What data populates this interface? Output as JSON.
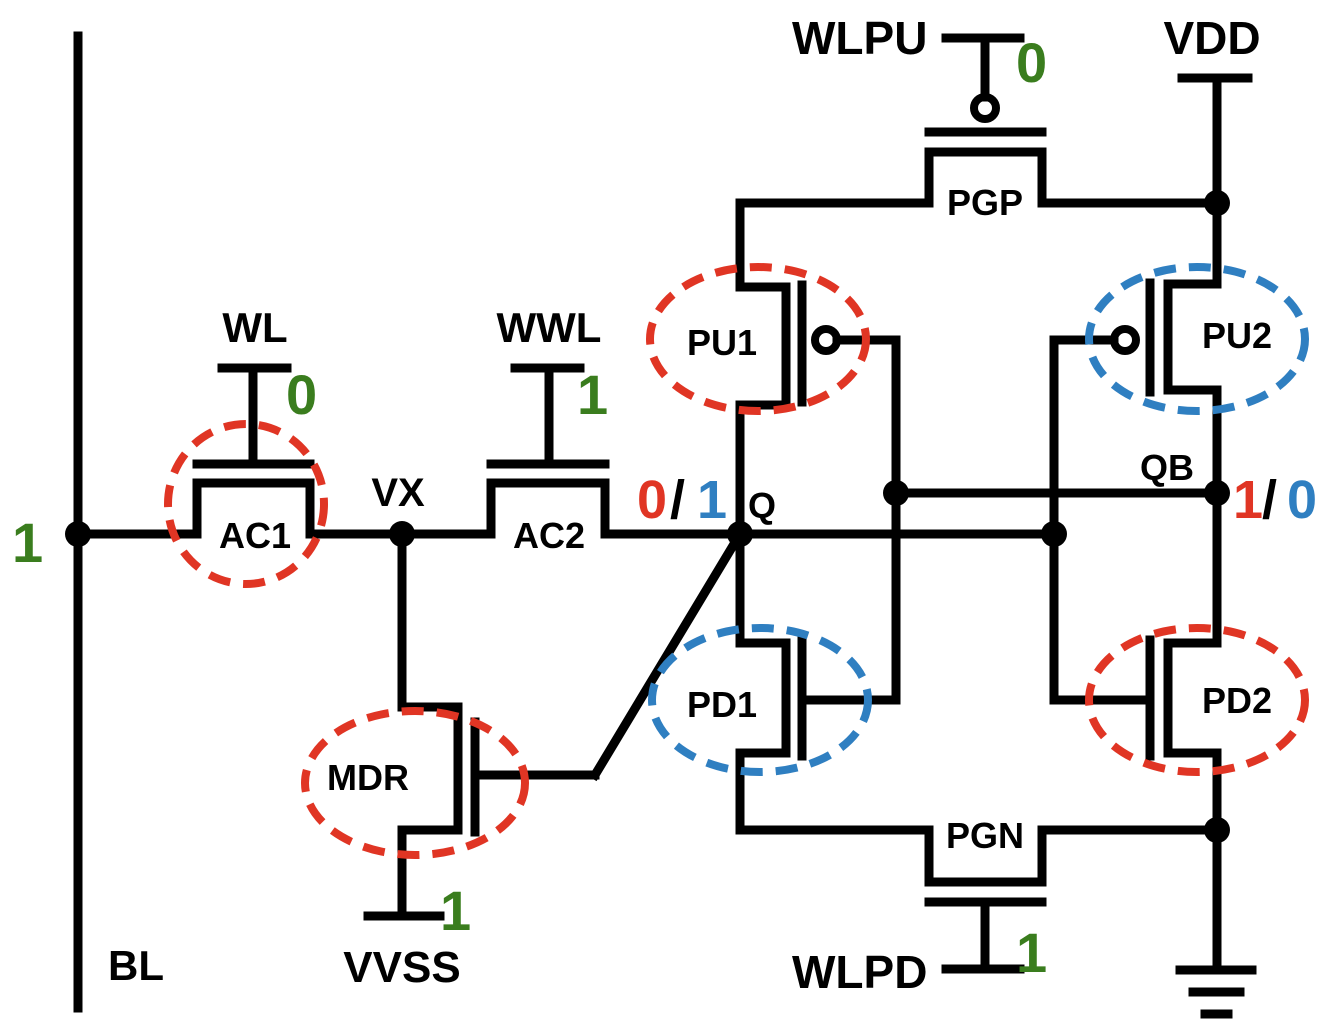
{
  "colors": {
    "wire": "#000000",
    "green": "#3a7d1e",
    "red": "#e03524",
    "blue": "#2f7fc1"
  },
  "nets": {
    "bl": "BL",
    "vx": "VX",
    "q": "Q",
    "qb": "QB",
    "wl": "WL",
    "wwl": "WWL",
    "wlpu": "WLPU",
    "wlpd": "WLPD",
    "vdd": "VDD",
    "vvss": "VVSS"
  },
  "transistors": {
    "ac1": "AC1",
    "ac2": "AC2",
    "mdr": "MDR",
    "pu1": "PU1",
    "pu2": "PU2",
    "pd1": "PD1",
    "pd2": "PD2",
    "pgp": "PGP",
    "pgn": "PGN"
  },
  "values": {
    "bl": "1",
    "wl": "0",
    "wwl": "1",
    "wlpu": "0",
    "wlpd": "1",
    "vvss": "1",
    "q_red": "0",
    "q_slash": "/",
    "q_blue": "1",
    "qb_red": "1",
    "qb_slash": "/",
    "qb_blue": "0"
  },
  "highlights": [
    {
      "device": "AC1",
      "color": "red"
    },
    {
      "device": "MDR",
      "color": "red"
    },
    {
      "device": "PU1",
      "color": "red"
    },
    {
      "device": "PD2",
      "color": "red"
    },
    {
      "device": "PU2",
      "color": "blue"
    },
    {
      "device": "PD1",
      "color": "blue"
    }
  ]
}
